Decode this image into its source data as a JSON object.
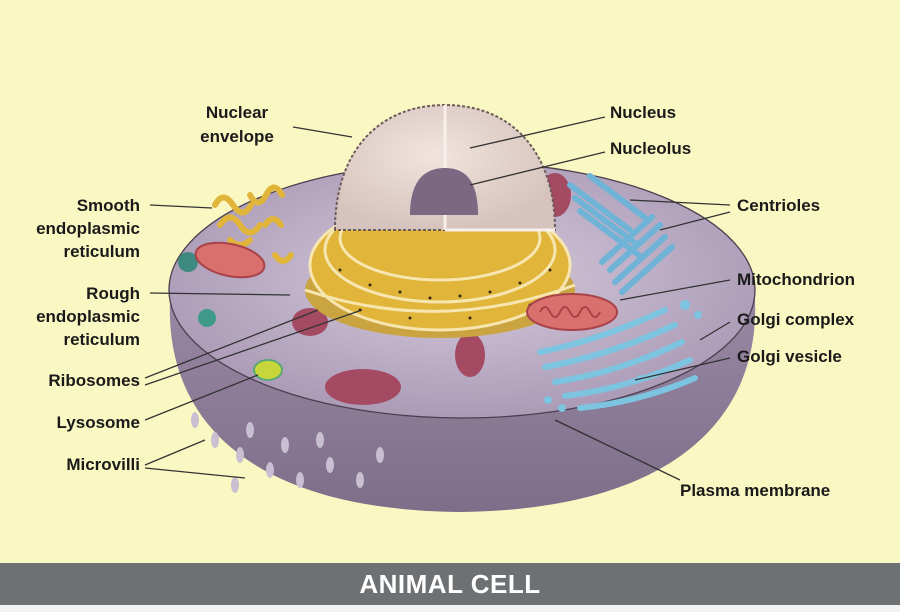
{
  "title": "ANIMAL CELL",
  "labels": {
    "nuclear_envelope": [
      "Nuclear",
      "envelope"
    ],
    "smooth_er": [
      "Smooth",
      "endoplasmic",
      "reticulum"
    ],
    "rough_er": [
      "Rough",
      "endoplasmic",
      "reticulum"
    ],
    "ribosomes": "Ribosomes",
    "lysosome": "Lysosome",
    "microvilli": "Microvilli",
    "nucleus": "Nucleus",
    "nucleolus": "Nucleolus",
    "centrioles": "Centrioles",
    "mitochondrion": "Mitochondrion",
    "golgi_complex": "Golgi complex",
    "golgi_vesicle": "Golgi vesicle",
    "plasma_membrane": "Plasma membrane"
  },
  "colors": {
    "background": "#faf8c2",
    "footer": "#6e7173",
    "cytoplasm": "#b8a9c4",
    "er": "#e0b53a",
    "golgi": "#7cc4e0",
    "mitochondrion": "#d9706e"
  }
}
